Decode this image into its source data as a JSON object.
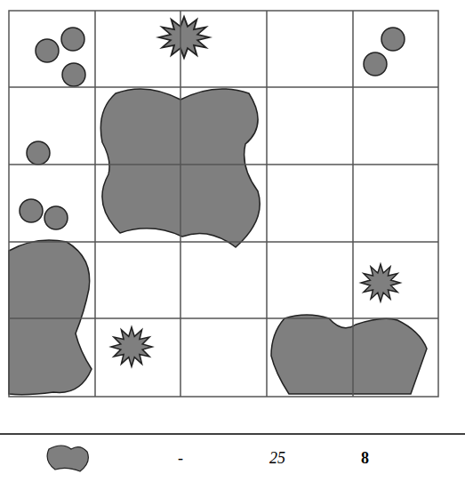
{
  "diagram": {
    "labels": [
      "-",
      "25",
      "8"
    ]
  }
}
